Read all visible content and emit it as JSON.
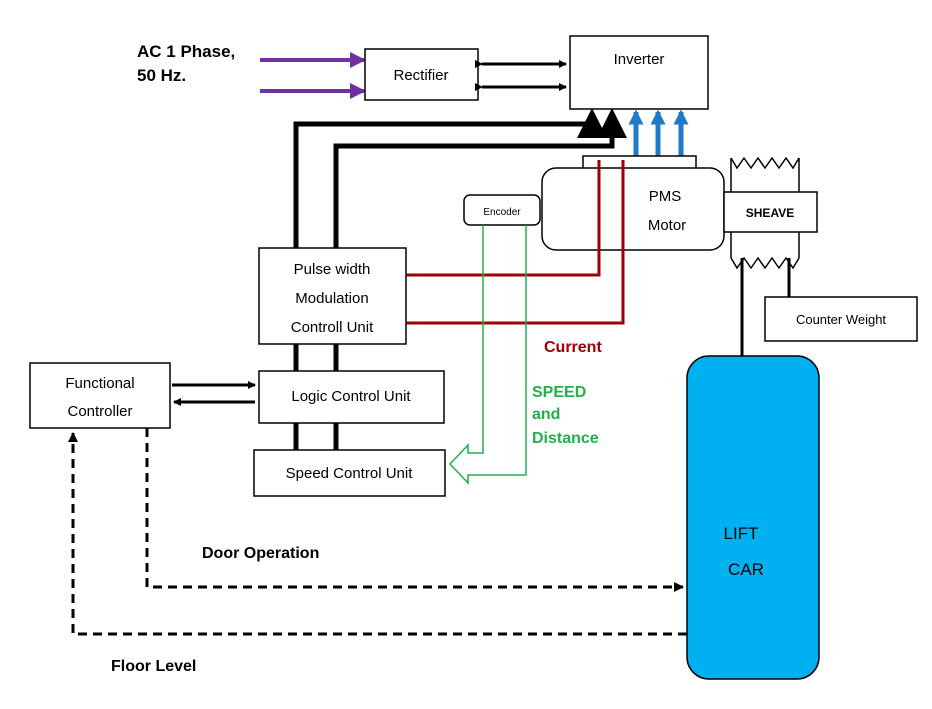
{
  "input": {
    "label_line1": "AC 1 Phase,",
    "label_line2": "50 Hz."
  },
  "blocks": {
    "rectifier": "Rectifier",
    "inverter": "Inverter",
    "encoder": "Encoder",
    "motor_line1": "PMS",
    "motor_line2": "Motor",
    "sheave": "SHEAVE",
    "counter_weight": "Counter Weight",
    "pwm_line1": "Pulse width",
    "pwm_line2": "Modulation",
    "pwm_line3": "Controll Unit",
    "functional_line1": "Functional",
    "functional_line2": "Controller",
    "logic": "Logic Control Unit",
    "speed": "Speed Control Unit",
    "lift_line1": "LIFT",
    "lift_line2": "CAR"
  },
  "signals": {
    "current": "Current",
    "speed_line1": "SPEED",
    "speed_line2": "and",
    "speed_line3": "Distance",
    "door": "Door Operation",
    "floor": "Floor Level"
  },
  "colors": {
    "ac_input": "#7030a0",
    "current": "#a00000",
    "speed": "#22b04a",
    "motor_feedback": "#1f7bc8",
    "lift_car": "#00b0f0",
    "line": "#000000"
  }
}
